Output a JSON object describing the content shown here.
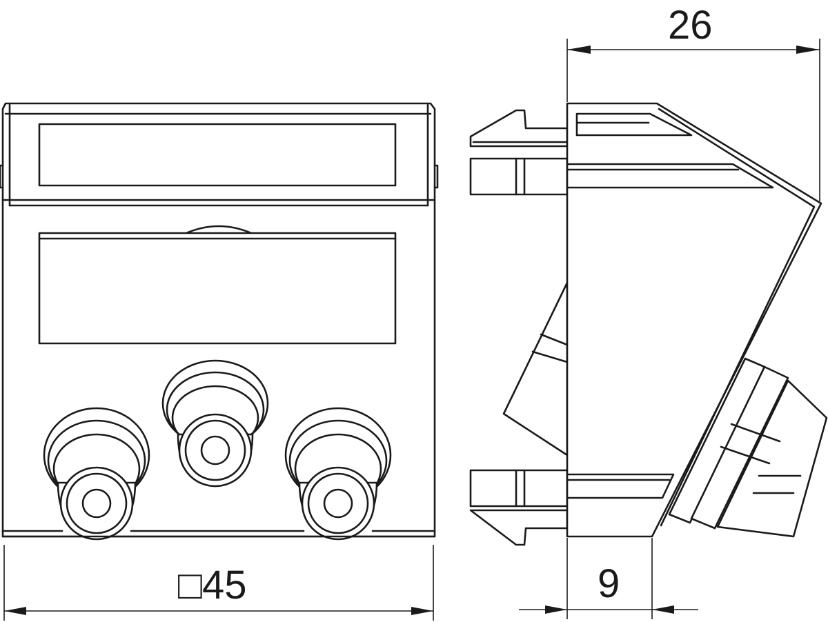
{
  "dimensions": {
    "depth": "26",
    "width": "□45",
    "offset": "9"
  }
}
